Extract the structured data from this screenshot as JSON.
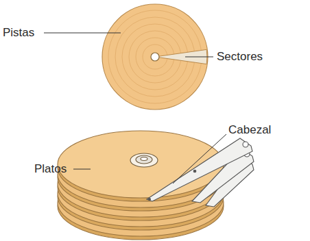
{
  "diagram": {
    "labels": [
      "Pistas",
      "Sectores",
      "Platos",
      "Cabezal"
    ]
  }
}
